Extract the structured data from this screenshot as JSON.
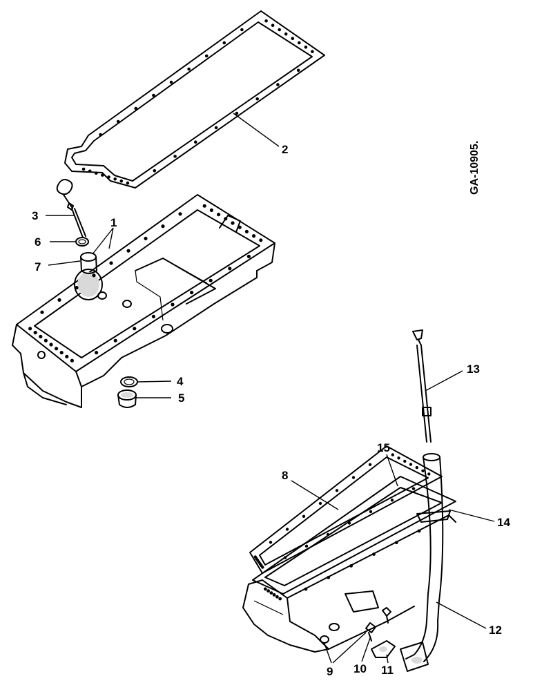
{
  "drawing": {
    "ref_code": "GA-10905."
  },
  "callouts": [
    {
      "id": "1",
      "label": "1"
    },
    {
      "id": "2",
      "label": "2"
    },
    {
      "id": "3",
      "label": "3"
    },
    {
      "id": "4",
      "label": "4"
    },
    {
      "id": "5",
      "label": "5"
    },
    {
      "id": "6",
      "label": "6"
    },
    {
      "id": "7",
      "label": "7"
    },
    {
      "id": "8",
      "label": "8"
    },
    {
      "id": "9",
      "label": "9"
    },
    {
      "id": "10",
      "label": "10"
    },
    {
      "id": "11",
      "label": "11"
    },
    {
      "id": "12",
      "label": "12"
    },
    {
      "id": "13",
      "label": "13"
    },
    {
      "id": "14",
      "label": "14"
    },
    {
      "id": "15",
      "label": "15"
    }
  ]
}
